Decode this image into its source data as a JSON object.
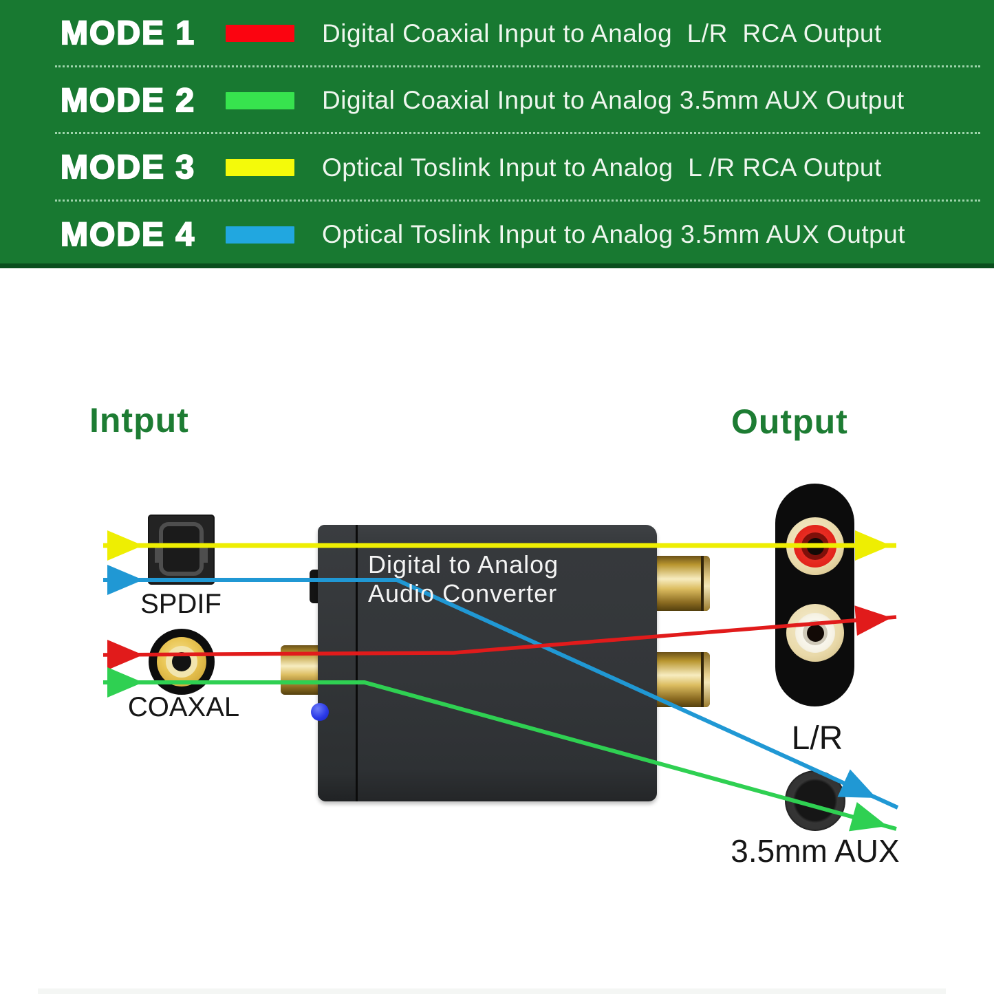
{
  "colors": {
    "banner_green": "#187931",
    "heading_green": "#1d7c33",
    "line_yellow": "#eeee02",
    "line_blue": "#2098d4",
    "line_red": "#e11b1b",
    "line_green": "#2fd052"
  },
  "banner": {
    "modes": [
      {
        "label": "MODE 1",
        "swatch_color": "#fb0410",
        "description": "Digital Coaxial Input to Analog  L/R  RCA Output"
      },
      {
        "label": "MODE 2",
        "swatch_color": "#37e34e",
        "description": "Digital Coaxial Input to Analog 3.5mm AUX Output"
      },
      {
        "label": "MODE 3",
        "swatch_color": "#f4fa0a",
        "description": "Optical Toslink Input to Analog  L /R RCA Output"
      },
      {
        "label": "MODE 4",
        "swatch_color": "#21a7e0",
        "description": "Optical Toslink Input to Analog 3.5mm AUX Output"
      }
    ]
  },
  "diagram": {
    "input_heading": "Intput",
    "output_heading": "Output",
    "device_title_line1": "Digital to Analog",
    "device_title_line2": "Audio Converter",
    "labels": {
      "spdif": "SPDIF",
      "coaxial": "COAXAL",
      "lr": "L/R",
      "aux": "3.5mm AUX"
    }
  }
}
